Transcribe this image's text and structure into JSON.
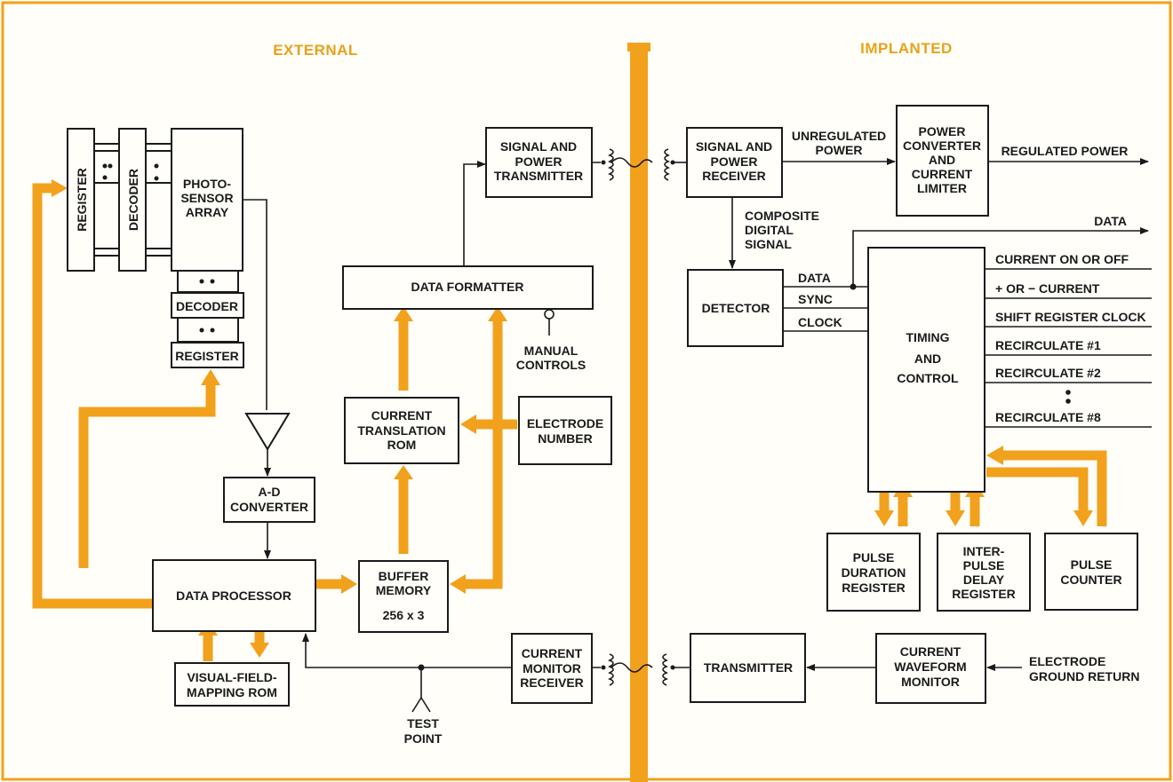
{
  "colors": {
    "accent": "#f2a11c",
    "ink": "#1a1a1a",
    "paper": "#fffef9"
  },
  "headers": {
    "external": "EXTERNAL",
    "implanted": "IMPLANTED"
  },
  "external": {
    "register_vertical": "REGISTER",
    "decoder_vertical": "DECODER",
    "photo_sensor": [
      "PHOTO-",
      "SENSOR",
      "ARRAY"
    ],
    "decoder_small": "DECODER",
    "register_small": "REGISTER",
    "ad_converter": [
      "A-D",
      "CONVERTER"
    ],
    "data_processor": "DATA PROCESSOR",
    "visual_rom": [
      "VISUAL-FIELD-",
      "MAPPING ROM"
    ],
    "test_point": [
      "TEST",
      "POINT"
    ],
    "data_formatter": "DATA FORMATTER",
    "manual_controls": [
      "MANUAL",
      "CONTROLS"
    ],
    "current_translation": [
      "CURRENT",
      "TRANSLATION",
      "ROM"
    ],
    "electrode_number": [
      "ELECTRODE",
      "NUMBER"
    ],
    "buffer_memory": [
      "BUFFER",
      "MEMORY",
      "256 x 3"
    ],
    "signal_power_tx": [
      "SIGNAL AND",
      "POWER",
      "TRANSMITTER"
    ],
    "current_monitor_rx": [
      "CURRENT",
      "MONITOR",
      "RECEIVER"
    ]
  },
  "implanted": {
    "signal_power_rx": [
      "SIGNAL AND",
      "POWER",
      "RECEIVER"
    ],
    "unregulated_power": [
      "UNREGULATED",
      "POWER"
    ],
    "power_converter": [
      "POWER",
      "CONVERTER",
      "AND",
      "CURRENT",
      "LIMITER"
    ],
    "regulated_power": "REGULATED POWER",
    "composite_signal": [
      "COMPOSITE",
      "DIGITAL",
      "SIGNAL"
    ],
    "data_out": "DATA",
    "detector": "DETECTOR",
    "detector_lines": [
      "DATA",
      "SYNC",
      "CLOCK"
    ],
    "timing_control": [
      "TIMING",
      "AND",
      "CONTROL"
    ],
    "outputs": [
      "CURRENT ON OR OFF",
      "+ OR − CURRENT",
      "SHIFT REGISTER CLOCK",
      "RECIRCULATE #1",
      "RECIRCULATE #2",
      "RECIRCULATE #8"
    ],
    "pulse_duration": [
      "PULSE",
      "DURATION",
      "REGISTER"
    ],
    "inter_pulse": [
      "INTER-",
      "PULSE",
      "DELAY",
      "REGISTER"
    ],
    "pulse_counter": [
      "PULSE",
      "COUNTER"
    ],
    "transmitter": "TRANSMITTER",
    "current_waveform": [
      "CURRENT",
      "WAVEFORM",
      "MONITOR"
    ],
    "electrode_ground": [
      "ELECTRODE",
      "GROUND RETURN"
    ]
  }
}
